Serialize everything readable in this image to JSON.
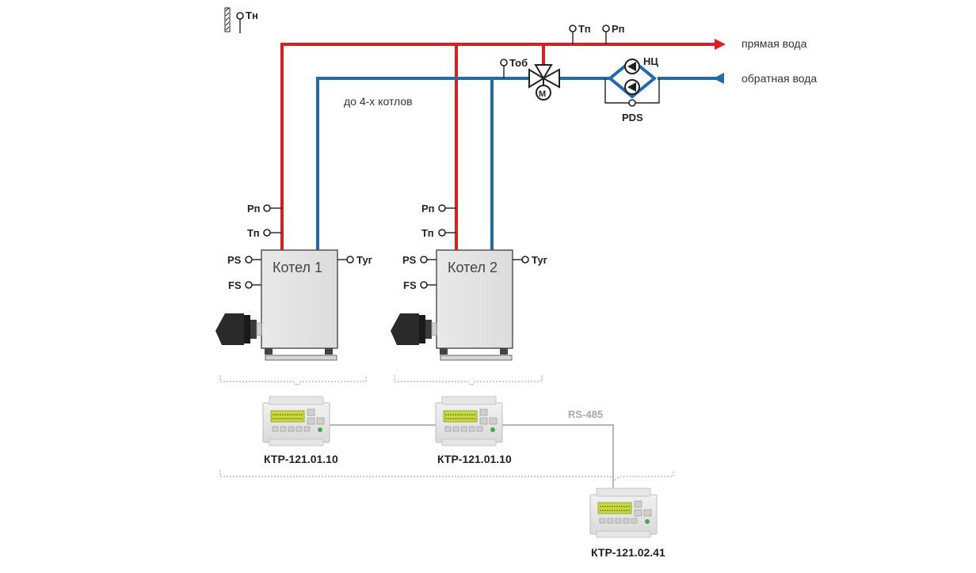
{
  "labels": {
    "outdoor_temp": "Тн",
    "supply_temp": "Тп",
    "supply_pressure": "Рп",
    "return_temp": "Тоб",
    "pump_group": "НЦ",
    "pds": "PDS",
    "supply_water": "прямая вода",
    "return_water": "обратная вода",
    "up_to_boilers": "до 4-х котлов",
    "valve_motor": "М",
    "rs485": "RS-485"
  },
  "boilers": [
    {
      "name": "Котел 1",
      "sensors": {
        "pressure": "Рп",
        "temp": "Тп",
        "ps": "PS",
        "fs": "FS",
        "flue": "Туг"
      },
      "controller": "КТР-121.01.10"
    },
    {
      "name": "Котел 2",
      "sensors": {
        "pressure": "Рп",
        "temp": "Тп",
        "ps": "PS",
        "fs": "FS",
        "flue": "Туг"
      },
      "controller": "КТР-121.01.10"
    }
  ],
  "master_controller": "КТР-121.02.41",
  "colors": {
    "supply": "#e11b22",
    "return": "#1e6cb0",
    "bus": "#b5b5b5"
  }
}
